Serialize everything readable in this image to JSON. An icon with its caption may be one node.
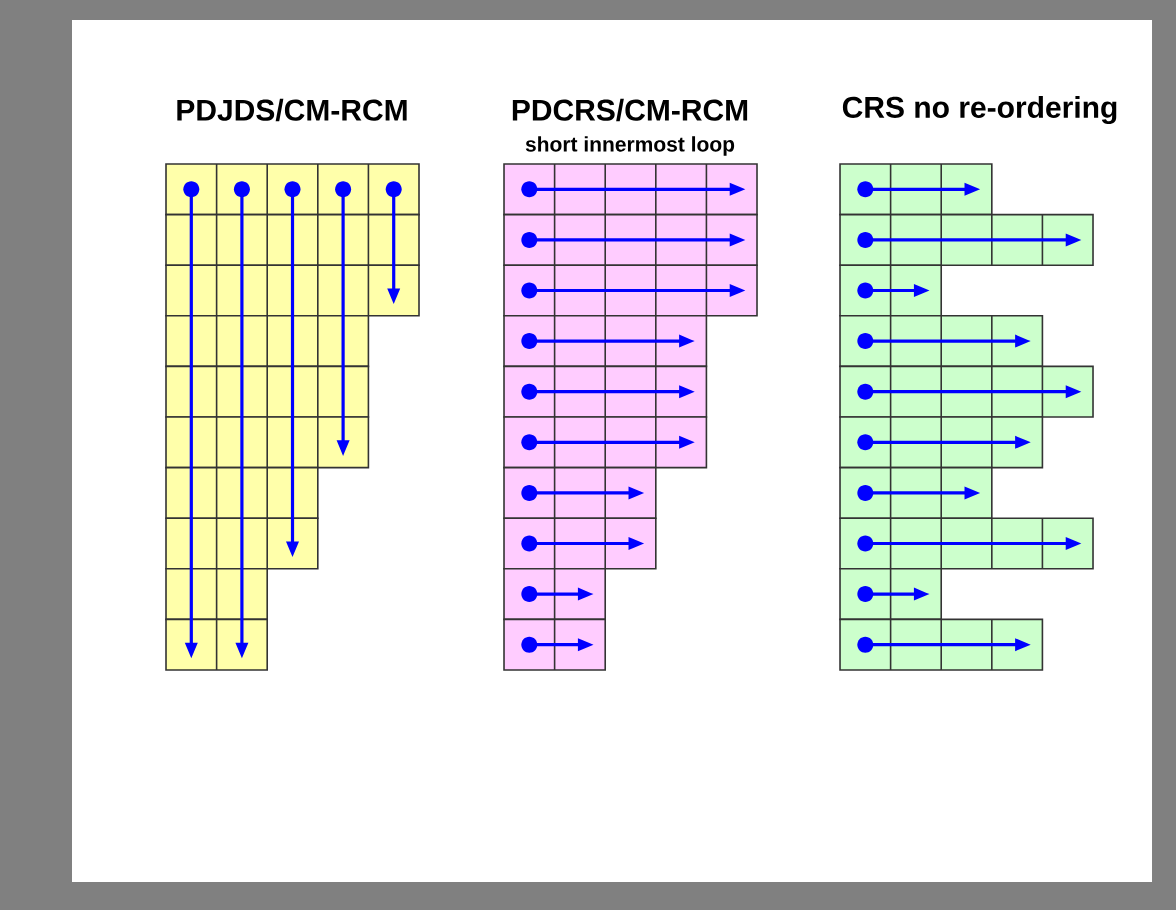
{
  "diagram": {
    "labels": [
      "PDJDS/CM-RCM",
      "PDCRS/CM-RCM",
      "short innermost loop",
      "CRS no re-ordering"
    ]
  }
}
